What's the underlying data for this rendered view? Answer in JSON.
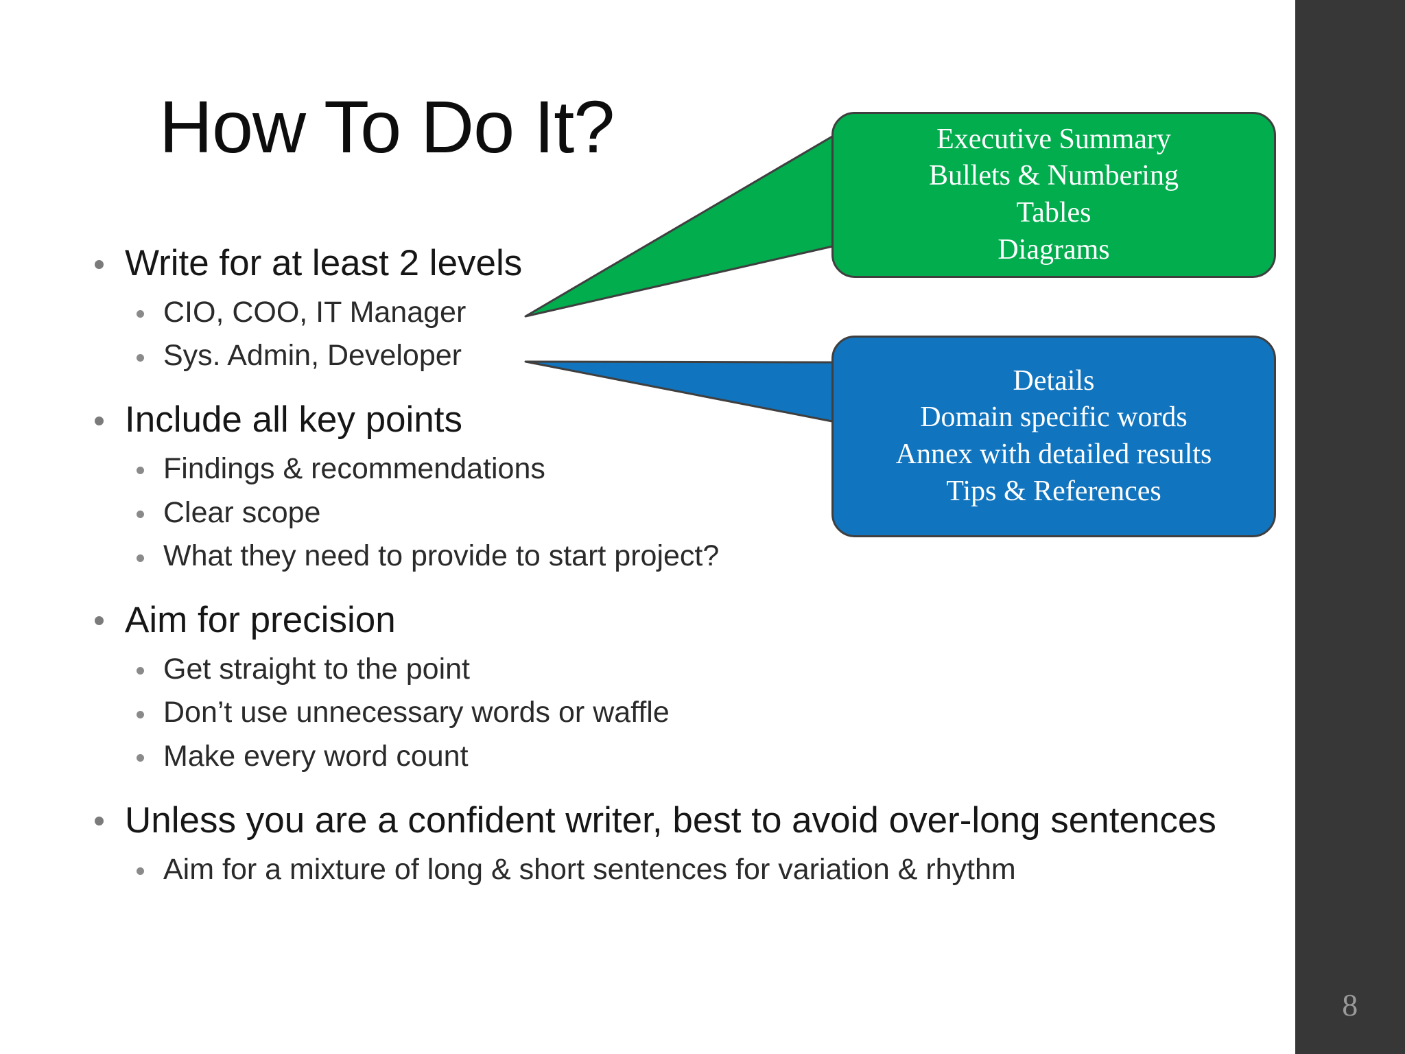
{
  "slide": {
    "title": "How To Do It?",
    "page_number": "8",
    "colors": {
      "green_callout": "#02AD4E",
      "blue_callout": "#1174BE",
      "callout_border": "#3F3F3F",
      "sidebar": "#373737",
      "page_number_text": "#9A9A9A",
      "bullet_dot": "#7B7B7B",
      "body_text": "#161616",
      "background": "#FFFFFF"
    }
  },
  "bullets": [
    {
      "text": "Write for at least 2 levels",
      "sub": [
        "CIO, COO, IT Manager",
        "Sys. Admin, Developer"
      ]
    },
    {
      "text": "Include all key points",
      "sub": [
        "Findings & recommendations",
        "Clear scope",
        "What they need to provide to start project?"
      ]
    },
    {
      "text": "Aim for precision",
      "sub": [
        "Get straight to the point",
        "Don’t use unnecessary words or waffle",
        "Make every word count"
      ]
    },
    {
      "text": "Unless you are a confident writer, best to avoid over-long sentences",
      "sub": [
        "Aim for a mixture of long & short sentences for variation & rhythm"
      ]
    }
  ],
  "callouts": {
    "green": {
      "lines": [
        "Executive Summary",
        "Bullets & Numbering",
        "Tables",
        "Diagrams"
      ],
      "points_to": "CIO, COO, IT Manager"
    },
    "blue": {
      "lines": [
        "Details",
        "Domain specific words",
        "Annex with detailed results",
        "Tips & References"
      ],
      "points_to": "Sys. Admin, Developer"
    }
  }
}
